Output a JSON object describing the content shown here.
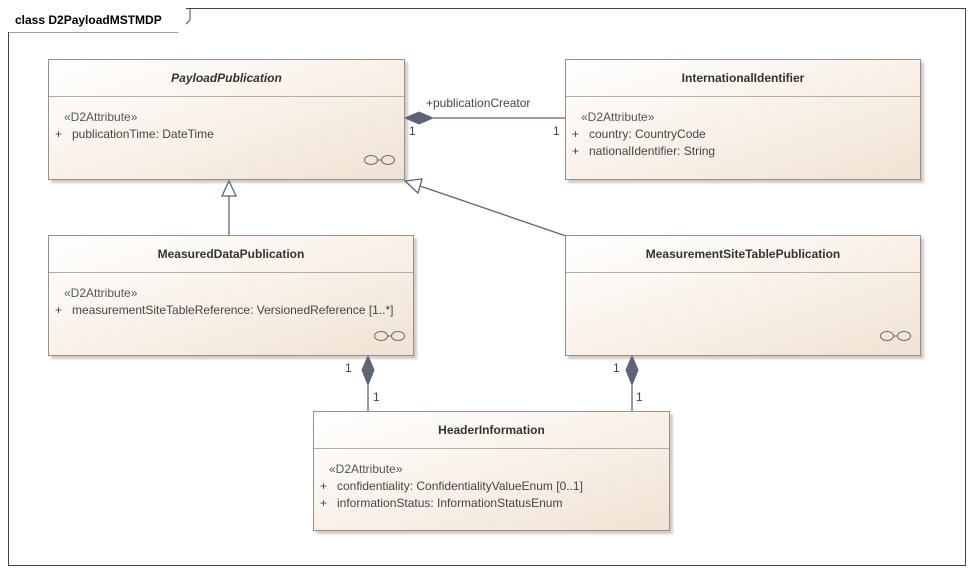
{
  "diagram": {
    "frame_title": "class D2PayloadMSTMDP",
    "classes": {
      "payload_publication": {
        "name": "PayloadPublication",
        "stereotype": "«D2Attribute»",
        "attributes": [
          {
            "visibility": "+",
            "text": "publicationTime: DateTime"
          }
        ]
      },
      "international_identifier": {
        "name": "InternationalIdentifier",
        "stereotype": "«D2Attribute»",
        "attributes": [
          {
            "visibility": "+",
            "text": "country: CountryCode"
          },
          {
            "visibility": "+",
            "text": "nationalIdentifier: String"
          }
        ]
      },
      "measured_data_publication": {
        "name": "MeasuredDataPublication",
        "stereotype": "«D2Attribute»",
        "attributes": [
          {
            "visibility": "+",
            "text": "measurementSiteTableReference: VersionedReference [1..*]"
          }
        ]
      },
      "measurement_site_table_publication": {
        "name": "MeasurementSiteTablePublication"
      },
      "header_information": {
        "name": "HeaderInformation",
        "stereotype": "«D2Attribute»",
        "attributes": [
          {
            "visibility": "+",
            "text": "confidentiality: ConfidentialityValueEnum [0..1]"
          },
          {
            "visibility": "+",
            "text": "informationStatus: InformationStatusEnum"
          }
        ]
      }
    },
    "associations": {
      "publication_creator": {
        "role": "+publicationCreator",
        "source_multiplicity": "1",
        "target_multiplicity": "1"
      },
      "mdp_header": {
        "source_multiplicity": "1",
        "target_multiplicity": "1"
      },
      "mstp_header": {
        "source_multiplicity": "1",
        "target_multiplicity": "1"
      }
    },
    "colors": {
      "line": "#5d6477",
      "border": "#9a8f86",
      "fill_light": "#ffffff",
      "fill_dark": "#f0e2d4"
    }
  }
}
